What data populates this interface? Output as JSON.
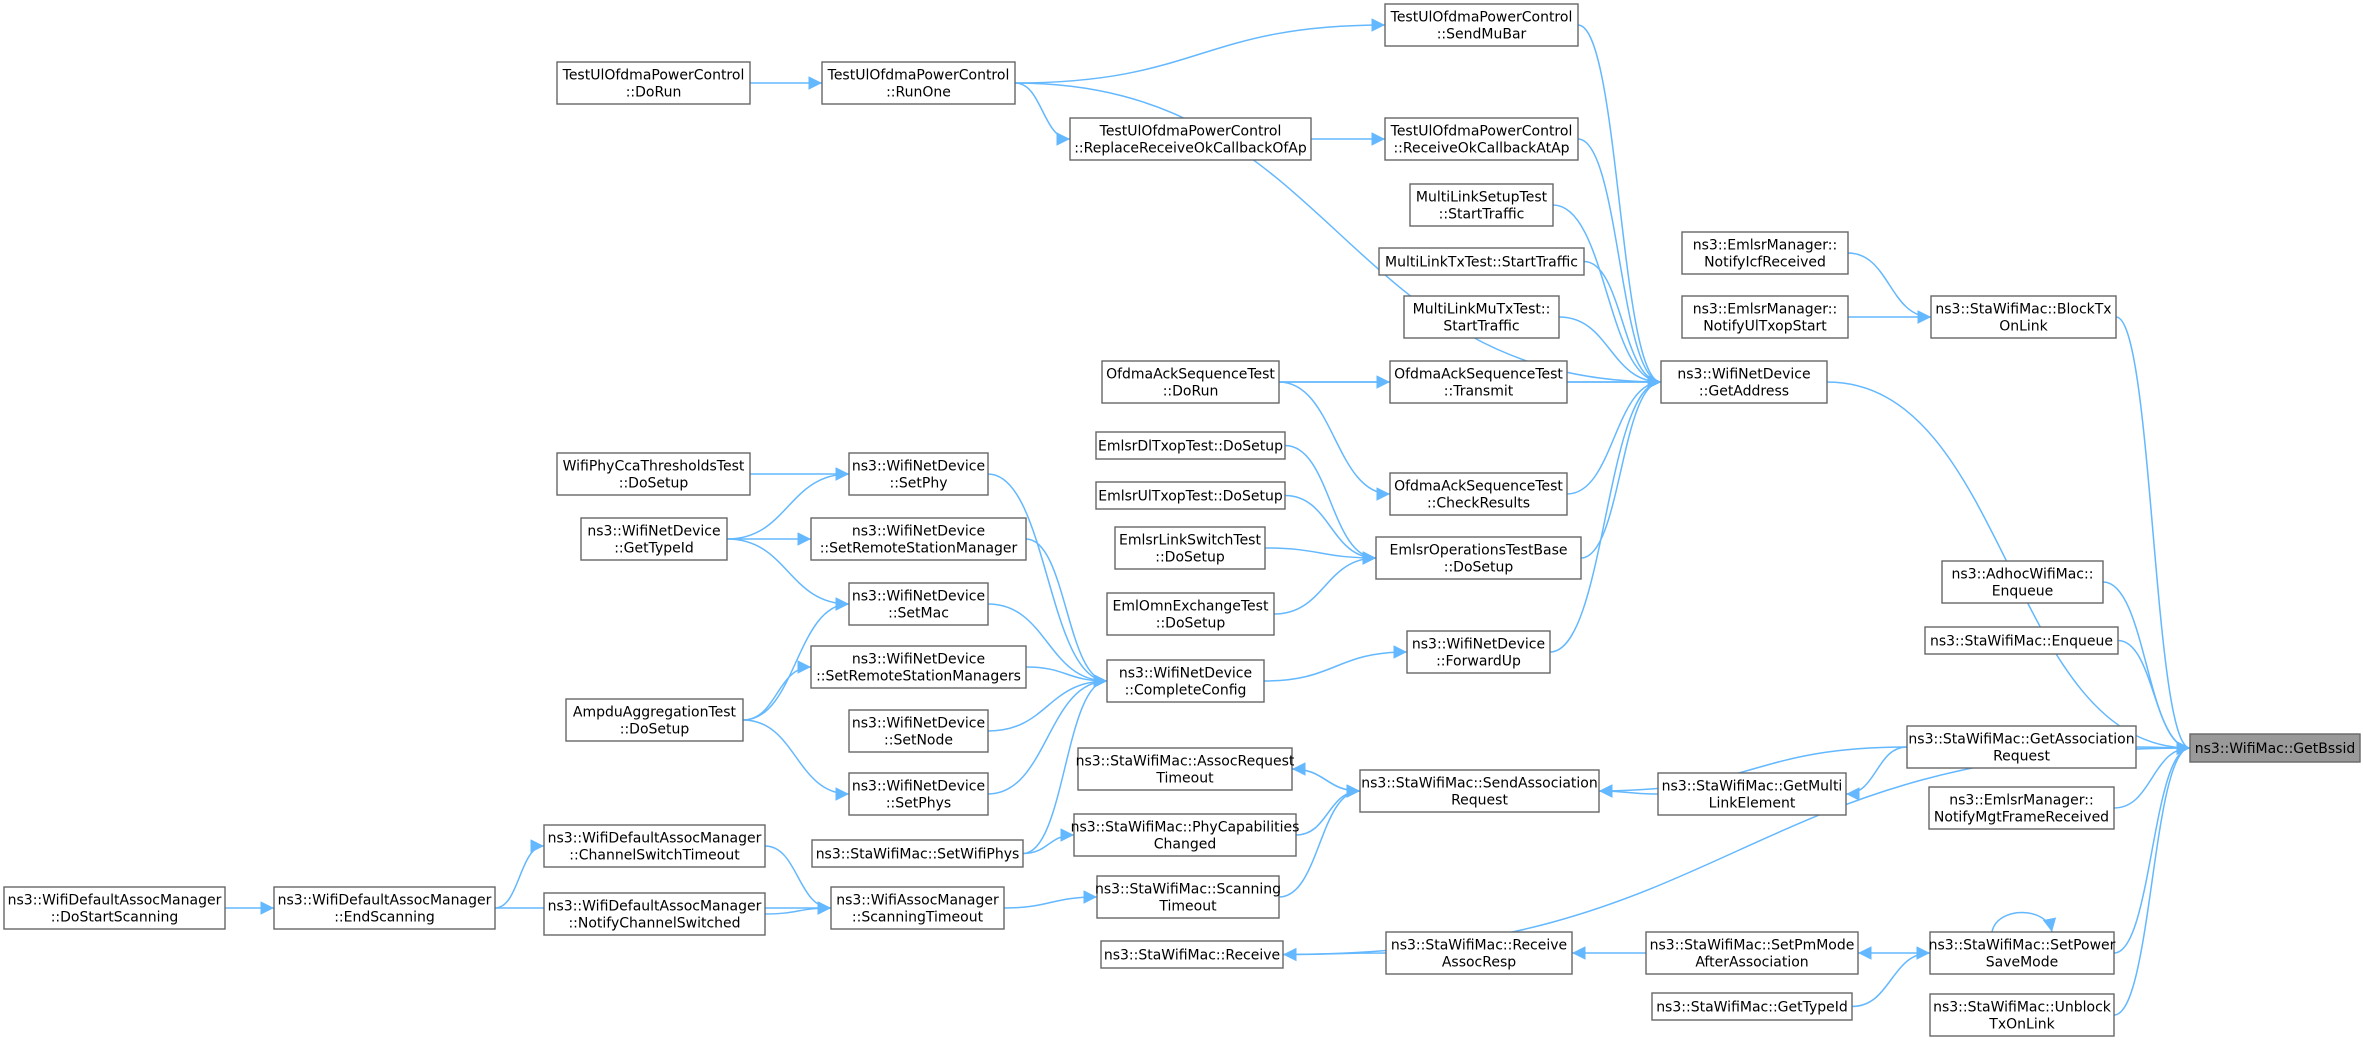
{
  "diagram": {
    "type": "call-graph",
    "focus_node": "n_getbssid",
    "colors": {
      "edge": "#63b8ff",
      "node_border": "#666666",
      "focus_fill": "#999999",
      "node_fill": "#ffffff"
    },
    "nodes": [
      {
        "id": "n_getbssid",
        "lines": [
          "ns3::WifiMac::GetBssid"
        ],
        "focus": true
      },
      {
        "id": "n_sendmubar",
        "lines": [
          "TestUlOfdmaPowerControl",
          "::SendMuBar"
        ]
      },
      {
        "id": "n_dorun_ul",
        "lines": [
          "TestUlOfdmaPowerControl",
          "::DoRun"
        ]
      },
      {
        "id": "n_runone",
        "lines": [
          "TestUlOfdmaPowerControl",
          "::RunOne"
        ]
      },
      {
        "id": "n_replace",
        "lines": [
          "TestUlOfdmaPowerControl",
          "::ReplaceReceiveOkCallbackOfAp"
        ]
      },
      {
        "id": "n_recvok",
        "lines": [
          "TestUlOfdmaPowerControl",
          "::ReceiveOkCallbackAtAp"
        ]
      },
      {
        "id": "n_mlsetup",
        "lines": [
          "MultiLinkSetupTest",
          "::StartTraffic"
        ]
      },
      {
        "id": "n_mltx",
        "lines": [
          "MultiLinkTxTest::StartTraffic"
        ]
      },
      {
        "id": "n_mlmu",
        "lines": [
          "MultiLinkMuTxTest::",
          "StartTraffic"
        ]
      },
      {
        "id": "n_icf",
        "lines": [
          "ns3::EmlsrManager::",
          "NotifyIcfReceived"
        ]
      },
      {
        "id": "n_ultxop",
        "lines": [
          "ns3::EmlsrManager::",
          "NotifyUlTxopStart"
        ]
      },
      {
        "id": "n_blocktx",
        "lines": [
          "ns3::StaWifiMac::BlockTx",
          "OnLink"
        ]
      },
      {
        "id": "n_getaddr",
        "lines": [
          "ns3::WifiNetDevice",
          "::GetAddress"
        ]
      },
      {
        "id": "n_ofdma_dorun",
        "lines": [
          "OfdmaAckSequenceTest",
          "::DoRun"
        ]
      },
      {
        "id": "n_ofdma_tx",
        "lines": [
          "OfdmaAckSequenceTest",
          "::Transmit"
        ]
      },
      {
        "id": "n_ofdma_check",
        "lines": [
          "OfdmaAckSequenceTest",
          "::CheckResults"
        ]
      },
      {
        "id": "n_cca",
        "lines": [
          "WifiPhyCcaThresholdsTest",
          "::DoSetup"
        ]
      },
      {
        "id": "n_setphy",
        "lines": [
          "ns3::WifiNetDevice",
          "::SetPhy"
        ]
      },
      {
        "id": "n_gettypeid_dev",
        "lines": [
          "ns3::WifiNetDevice",
          "::GetTypeId"
        ]
      },
      {
        "id": "n_setrsm",
        "lines": [
          "ns3::WifiNetDevice",
          "::SetRemoteStationManager"
        ]
      },
      {
        "id": "n_emlsrdl",
        "lines": [
          "EmlsrDlTxopTest::DoSetup"
        ]
      },
      {
        "id": "n_emlsrul",
        "lines": [
          "EmlsrUlTxopTest::DoSetup"
        ]
      },
      {
        "id": "n_emlsrlink",
        "lines": [
          "EmlsrLinkSwitchTest",
          "::DoSetup"
        ]
      },
      {
        "id": "n_emlomn",
        "lines": [
          "EmlOmnExchangeTest",
          "::DoSetup"
        ]
      },
      {
        "id": "n_emlsrbase",
        "lines": [
          "EmlsrOperationsTestBase",
          "::DoSetup"
        ]
      },
      {
        "id": "n_setmac",
        "lines": [
          "ns3::WifiNetDevice",
          "::SetMac"
        ]
      },
      {
        "id": "n_setrsms",
        "lines": [
          "ns3::WifiNetDevice",
          "::SetRemoteStationManagers"
        ]
      },
      {
        "id": "n_ampdu",
        "lines": [
          "AmpduAggregationTest",
          "::DoSetup"
        ]
      },
      {
        "id": "n_setnode",
        "lines": [
          "ns3::WifiNetDevice",
          "::SetNode"
        ]
      },
      {
        "id": "n_setphys",
        "lines": [
          "ns3::WifiNetDevice",
          "::SetPhys"
        ]
      },
      {
        "id": "n_complete",
        "lines": [
          "ns3::WifiNetDevice",
          "::CompleteConfig"
        ]
      },
      {
        "id": "n_forwardup",
        "lines": [
          "ns3::WifiNetDevice",
          "::ForwardUp"
        ]
      },
      {
        "id": "n_adhoc",
        "lines": [
          "ns3::AdhocWifiMac::",
          "Enqueue"
        ]
      },
      {
        "id": "n_staenq",
        "lines": [
          "ns3::StaWifiMac::Enqueue"
        ]
      },
      {
        "id": "n_getassoc",
        "lines": [
          "ns3::StaWifiMac::GetAssociation",
          "Request"
        ]
      },
      {
        "id": "n_mgtframe",
        "lines": [
          "ns3::EmlsrManager::",
          "NotifyMgtFrameReceived"
        ]
      },
      {
        "id": "n_assoctimeout",
        "lines": [
          "ns3::StaWifiMac::AssocRequest",
          "Timeout"
        ]
      },
      {
        "id": "n_sendassoc",
        "lines": [
          "ns3::StaWifiMac::SendAssociation",
          "Request"
        ]
      },
      {
        "id": "n_getmulti",
        "lines": [
          "ns3::StaWifiMac::GetMulti",
          "LinkElement"
        ]
      },
      {
        "id": "n_chswitch",
        "lines": [
          "ns3::WifiDefaultAssocManager",
          "::ChannelSwitchTimeout"
        ]
      },
      {
        "id": "n_phycap",
        "lines": [
          "ns3::StaWifiMac::PhyCapabilities",
          "Changed"
        ]
      },
      {
        "id": "n_setwifiphys",
        "lines": [
          "ns3::StaWifiMac::SetWifiPhys"
        ]
      },
      {
        "id": "n_dostartscan",
        "lines": [
          "ns3::WifiDefaultAssocManager",
          "::DoStartScanning"
        ]
      },
      {
        "id": "n_endscan",
        "lines": [
          "ns3::WifiDefaultAssocManager",
          "::EndScanning"
        ]
      },
      {
        "id": "n_notifych",
        "lines": [
          "ns3::WifiDefaultAssocManager",
          "::NotifyChannelSwitched"
        ]
      },
      {
        "id": "n_scantimeout_am",
        "lines": [
          "ns3::WifiAssocManager",
          "::ScanningTimeout"
        ]
      },
      {
        "id": "n_scantimeout_sta",
        "lines": [
          "ns3::StaWifiMac::Scanning",
          "Timeout"
        ]
      },
      {
        "id": "n_receive",
        "lines": [
          "ns3::StaWifiMac::Receive"
        ]
      },
      {
        "id": "n_recvassoc",
        "lines": [
          "ns3::StaWifiMac::Receive",
          "AssocResp"
        ]
      },
      {
        "id": "n_setpm",
        "lines": [
          "ns3::StaWifiMac::SetPmMode",
          "AfterAssociation"
        ]
      },
      {
        "id": "n_setpower",
        "lines": [
          "ns3::StaWifiMac::SetPower",
          "SaveMode"
        ]
      },
      {
        "id": "n_gettypeid_sta",
        "lines": [
          "ns3::StaWifiMac::GetTypeId"
        ]
      },
      {
        "id": "n_unblock",
        "lines": [
          "ns3::StaWifiMac::Unblock",
          "TxOnLink"
        ]
      }
    ],
    "edges": [
      [
        "n_sendmubar",
        "n_getaddr"
      ],
      [
        "n_runone",
        "n_getaddr"
      ],
      [
        "n_recvok",
        "n_getaddr"
      ],
      [
        "n_mlsetup",
        "n_getaddr"
      ],
      [
        "n_mltx",
        "n_getaddr"
      ],
      [
        "n_mlmu",
        "n_getaddr"
      ],
      [
        "n_ofdma_tx",
        "n_getaddr"
      ],
      [
        "n_ofdma_dorun",
        "n_getaddr"
      ],
      [
        "n_ofdma_check",
        "n_getaddr"
      ],
      [
        "n_emlsrbase",
        "n_getaddr"
      ],
      [
        "n_forwardup",
        "n_getaddr"
      ],
      [
        "n_runone",
        "n_sendmubar"
      ],
      [
        "n_dorun_ul",
        "n_runone"
      ],
      [
        "n_runone",
        "n_replace"
      ],
      [
        "n_replace",
        "n_recvok"
      ],
      [
        "n_ofdma_dorun",
        "n_ofdma_tx"
      ],
      [
        "n_ofdma_dorun",
        "n_ofdma_check"
      ],
      [
        "n_icf",
        "n_blocktx"
      ],
      [
        "n_ultxop",
        "n_blocktx"
      ],
      [
        "n_cca",
        "n_setphy"
      ],
      [
        "n_gettypeid_dev",
        "n_setphy"
      ],
      [
        "n_gettypeid_dev",
        "n_setrsm"
      ],
      [
        "n_gettypeid_dev",
        "n_setmac"
      ],
      [
        "n_ampdu",
        "n_setmac"
      ],
      [
        "n_ampdu",
        "n_setrsms"
      ],
      [
        "n_ampdu",
        "n_setphys"
      ],
      [
        "n_setphy",
        "n_complete"
      ],
      [
        "n_setrsm",
        "n_complete"
      ],
      [
        "n_setmac",
        "n_complete"
      ],
      [
        "n_setrsms",
        "n_complete"
      ],
      [
        "n_setnode",
        "n_complete"
      ],
      [
        "n_setphys",
        "n_complete"
      ],
      [
        "n_setwifiphys",
        "n_complete"
      ],
      [
        "n_complete",
        "n_forwardup"
      ],
      [
        "n_emlsrdl",
        "n_emlsrbase"
      ],
      [
        "n_emlsrul",
        "n_emlsrbase"
      ],
      [
        "n_emlsrlink",
        "n_emlsrbase"
      ],
      [
        "n_emlomn",
        "n_emlsrbase"
      ],
      [
        "n_sendassoc",
        "n_assoctimeout"
      ],
      [
        "n_assoctimeout",
        "n_sendassoc"
      ],
      [
        "n_phycap",
        "n_sendassoc"
      ],
      [
        "n_scantimeout_sta",
        "n_sendassoc"
      ],
      [
        "n_getmulti",
        "n_sendassoc"
      ],
      [
        "n_getassoc",
        "n_sendassoc"
      ],
      [
        "n_getassoc",
        "n_getmulti"
      ],
      [
        "n_setwifiphys",
        "n_phycap"
      ],
      [
        "n_endscan",
        "n_chswitch"
      ],
      [
        "n_dostartscan",
        "n_endscan"
      ],
      [
        "n_chswitch",
        "n_scantimeout_am"
      ],
      [
        "n_notifych",
        "n_scantimeout_am"
      ],
      [
        "n_endscan",
        "n_scantimeout_am"
      ],
      [
        "n_scantimeout_am",
        "n_scantimeout_sta"
      ],
      [
        "n_recvassoc",
        "n_receive"
      ],
      [
        "n_setpm",
        "n_recvassoc"
      ],
      [
        "n_setpower",
        "n_setpm"
      ],
      [
        "n_setpower",
        "n_setpower"
      ],
      [
        "n_gettypeid_sta",
        "n_setpower"
      ],
      [
        "n_getaddr",
        "n_getbssid"
      ],
      [
        "n_blocktx",
        "n_getbssid"
      ],
      [
        "n_adhoc",
        "n_getbssid"
      ],
      [
        "n_staenq",
        "n_getbssid"
      ],
      [
        "n_getassoc",
        "n_getbssid"
      ],
      [
        "n_mgtframe",
        "n_getbssid"
      ],
      [
        "n_receive",
        "n_getbssid"
      ],
      [
        "n_setpower",
        "n_getbssid"
      ],
      [
        "n_unblock",
        "n_getbssid"
      ]
    ]
  }
}
